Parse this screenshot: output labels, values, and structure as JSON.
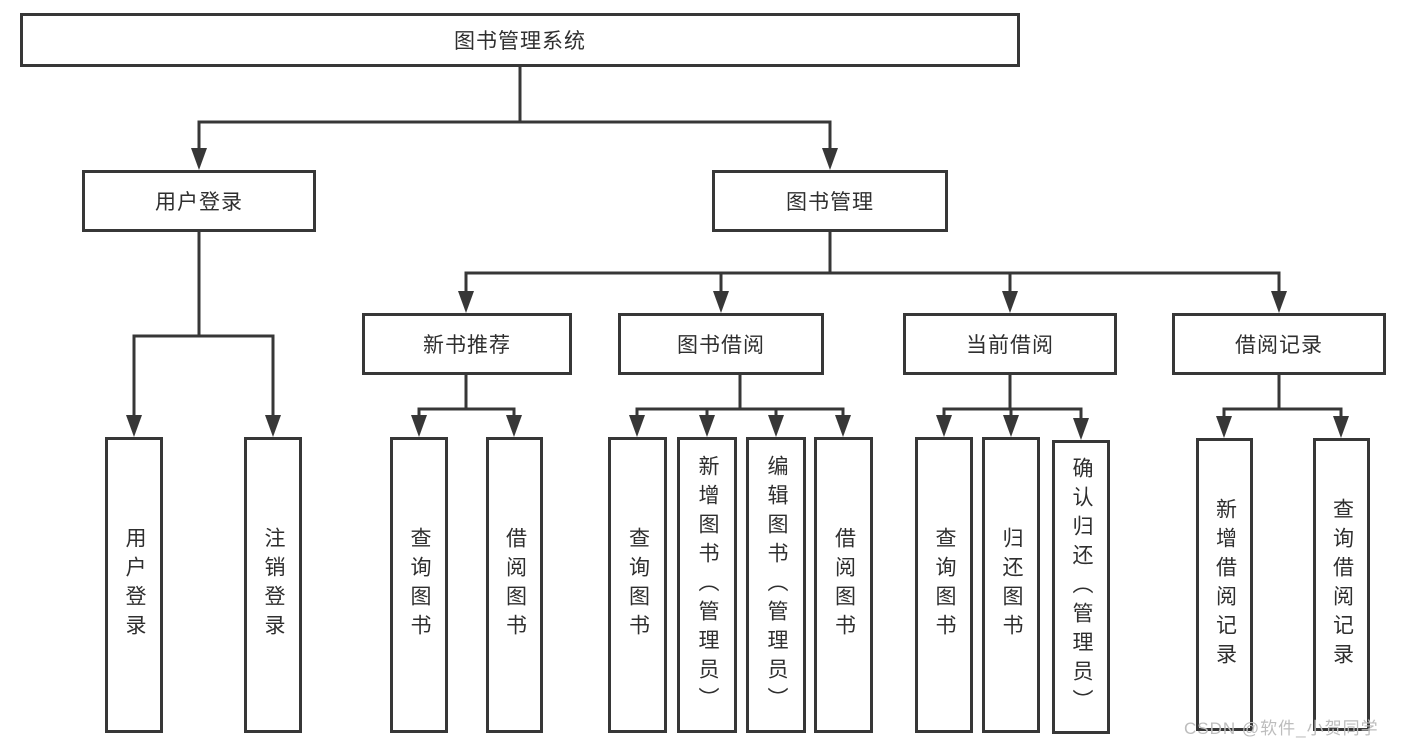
{
  "tree": {
    "root": "图书管理系统",
    "branches": [
      {
        "label": "用户登录",
        "leaves": [
          "用户登录",
          "注销登录"
        ]
      },
      {
        "label": "图书管理",
        "groups": [
          {
            "label": "新书推荐",
            "leaves": [
              "查询图书",
              "借阅图书"
            ]
          },
          {
            "label": "图书借阅",
            "leaves": [
              "查询图书",
              "新增图书（管理员）",
              "编辑图书（管理员）",
              "借阅图书"
            ]
          },
          {
            "label": "当前借阅",
            "leaves": [
              "查询图书",
              "归还图书",
              "确认归还（管理员）"
            ]
          },
          {
            "label": "借阅记录",
            "leaves": [
              "新增借阅记录",
              "查询借阅记录"
            ]
          }
        ]
      }
    ]
  },
  "watermark": "CSDN @软件_小贺同学",
  "colors": {
    "line": "#373737",
    "text": "#2f2f2f",
    "watermark": "#bdbdbd",
    "background": "#ffffff"
  }
}
